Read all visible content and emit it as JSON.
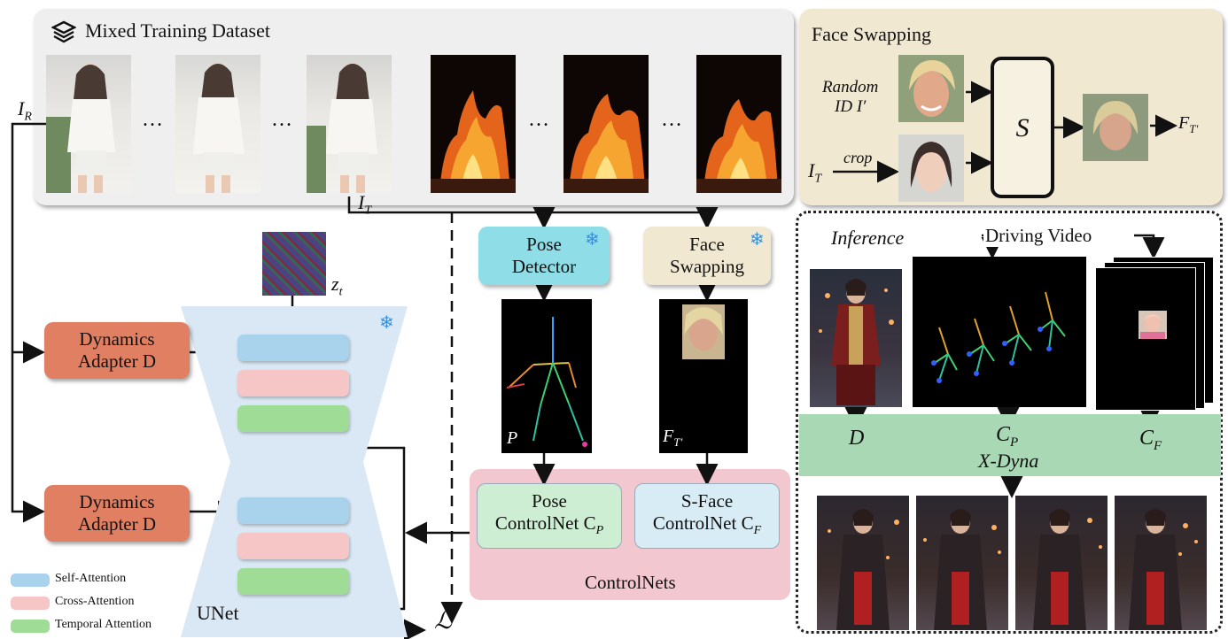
{
  "dataset": {
    "title": "Mixed Training Dataset",
    "icon": "layers-icon",
    "ellipsis": "…"
  },
  "labels": {
    "ir": "I",
    "ir_sub": "R",
    "it": "I",
    "it_sub": "T",
    "zt": "z",
    "zt_sub": "t",
    "loss": "ℒ",
    "p": "P",
    "ft": "F",
    "ft_sub": "T′"
  },
  "face_swapping": {
    "title": "Face Swapping",
    "random_id_line1": "Random",
    "random_id_line2": "ID I′",
    "it": "I",
    "it_sub": "T",
    "crop": "crop",
    "s": "S",
    "out": "F",
    "out_sub": "T′"
  },
  "modules": {
    "dynamics_adapter_line1": "Dynamics",
    "dynamics_adapter_line2": "Adapter D",
    "pose_detector_line1": "Pose",
    "pose_detector_line2": "Detector",
    "face_swapping_line1": "Face",
    "face_swapping_line2": "Swapping",
    "pose_controlnet_line1": "Pose",
    "pose_controlnet_line2": "ControlNet C",
    "pose_controlnet_sub": "P",
    "sface_controlnet_line1": "S-Face",
    "sface_controlnet_line2": "ControlNet C",
    "sface_controlnet_sub": "F",
    "controlnets": "ControlNets",
    "unet": "UNet"
  },
  "legend": {
    "self": "Self-Attention",
    "cross": "Cross-Attention",
    "temporal": "Temporal Attention"
  },
  "inference": {
    "title": "Inference",
    "driving_video": "Driving Video",
    "d": "D",
    "cp": "C",
    "cp_sub": "P",
    "cf": "C",
    "cf_sub": "F",
    "xdyna": "X-Dyna"
  },
  "colors": {
    "self_attention": "#a9d2ec",
    "cross_attention": "#f6c6c6",
    "temporal_attention": "#9fdc95",
    "dynamics_adapter": "#e07f62",
    "pose_detector": "#8fdde6",
    "controlnets": "#f2c7cf",
    "xdyna_bar": "#a9d8b4"
  }
}
